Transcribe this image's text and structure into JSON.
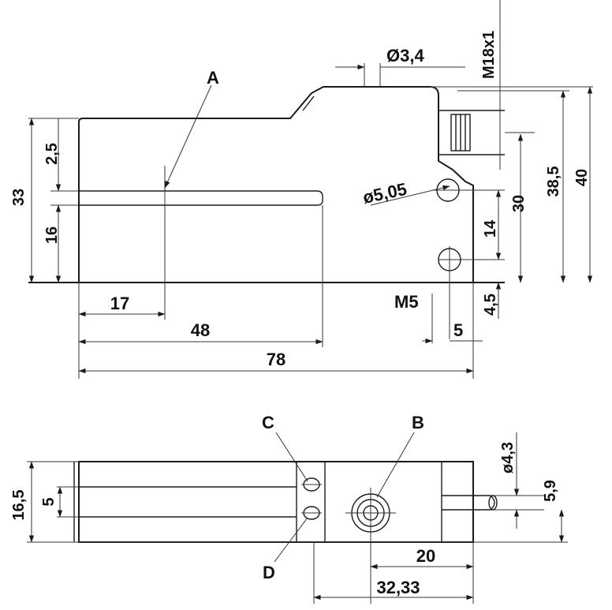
{
  "drawing": {
    "side_view": {
      "callout_a": "A",
      "dim_2_5": "2,5",
      "dim_33": "33",
      "dim_16": "16",
      "dim_17": "17",
      "dim_48": "48",
      "dim_78": "78",
      "dim_d3_4": "Ø3,4",
      "dim_m18": "M18x1",
      "dim_d5_05": "ø5,05",
      "dim_14": "14",
      "dim_30": "30",
      "dim_38_5": "38,5",
      "dim_40": "40",
      "dim_m5": "M5",
      "dim_4_5": "4,5",
      "dim_5": "5"
    },
    "bottom_view": {
      "callout_b": "B",
      "callout_c": "C",
      "callout_d": "D",
      "dim_16_5": "16,5",
      "dim_5": "5",
      "dim_d4_3": "ø4,3",
      "dim_5_9": "5,9",
      "dim_20": "20",
      "dim_32_33": "32,33"
    }
  }
}
